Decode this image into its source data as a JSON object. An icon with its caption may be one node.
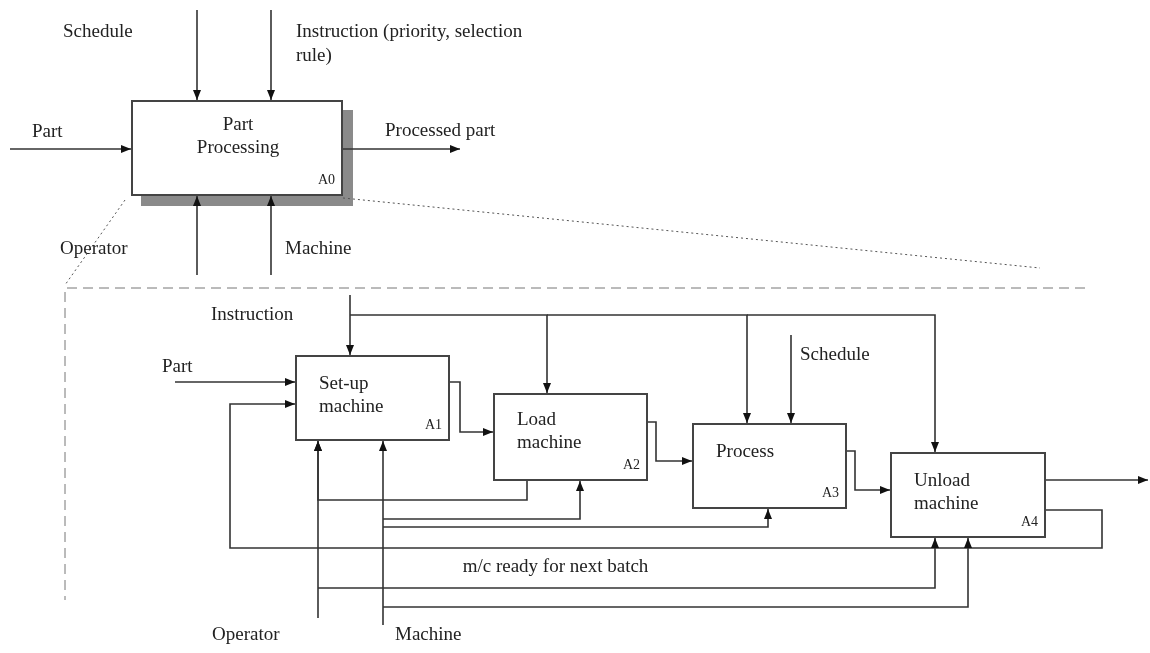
{
  "diagram": {
    "nodes": [
      {
        "text": [
          "Part Processing",
          "A0"
        ]
      },
      {
        "text": [
          "Processed part"
        ]
      },
      {
        "text": [
          "Set-up machine",
          "A1"
        ]
      },
      {
        "text": [
          "Load machine",
          "A2"
        ]
      },
      {
        "text": [
          "Process",
          "A3"
        ]
      },
      {
        "text": [
          "Unload machine",
          "A4"
        ]
      }
    ],
    "edges": [
      {
        "from": null,
        "to": 0,
        "arrow": "to"
      },
      {
        "from": null,
        "to": 0,
        "arrow": "to"
      },
      {
        "from": null,
        "to": 0,
        "arrow": "to"
      },
      {
        "from": 0,
        "to": 1,
        "arrow": "to"
      },
      {
        "from": null,
        "to": 0,
        "arrow": "to"
      },
      {
        "from": null,
        "to": 0,
        "arrow": "to"
      },
      {
        "from": null,
        "to": 2,
        "arrow": "to"
      },
      {
        "from": null,
        "to": 3,
        "arrow": "to"
      },
      {
        "from": null,
        "to": 4,
        "arrow": "to"
      },
      {
        "from": null,
        "to": 5,
        "arrow": "to"
      },
      {
        "from": null,
        "to": 2,
        "arrow": "to"
      },
      {
        "from": 2,
        "to": 3,
        "arrow": "to"
      },
      {
        "from": 3,
        "to": 4,
        "arrow": "to"
      },
      {
        "from": 4,
        "to": 5,
        "arrow": "to"
      },
      {
        "from": null,
        "to": 4,
        "arrow": "to"
      },
      {
        "from": 5,
        "to": null,
        "arrow": "to"
      },
      {
        "from": 5,
        "to": 2,
        "arrow": "to",
        "label": "m/c ready for next batch"
      },
      {
        "from": 3,
        "to": 2,
        "arrow": "to"
      },
      {
        "from": null,
        "to": 2,
        "arrow": "to"
      },
      {
        "from": null,
        "to": 5,
        "arrow": "to"
      },
      {
        "from": null,
        "to": 2,
        "arrow": "to"
      },
      {
        "from": null,
        "to": 3,
        "arrow": "to"
      },
      {
        "from": null,
        "to": 4,
        "arrow": "to"
      },
      {
        "from": null,
        "to": 5,
        "arrow": "to"
      }
    ],
    "labels": [
      "Schedule",
      "Instruction (priority, selection rule)",
      "Part",
      "Operator",
      "Machine",
      "Instruction",
      "Part",
      "Schedule",
      "Operator",
      "Machine"
    ]
  }
}
